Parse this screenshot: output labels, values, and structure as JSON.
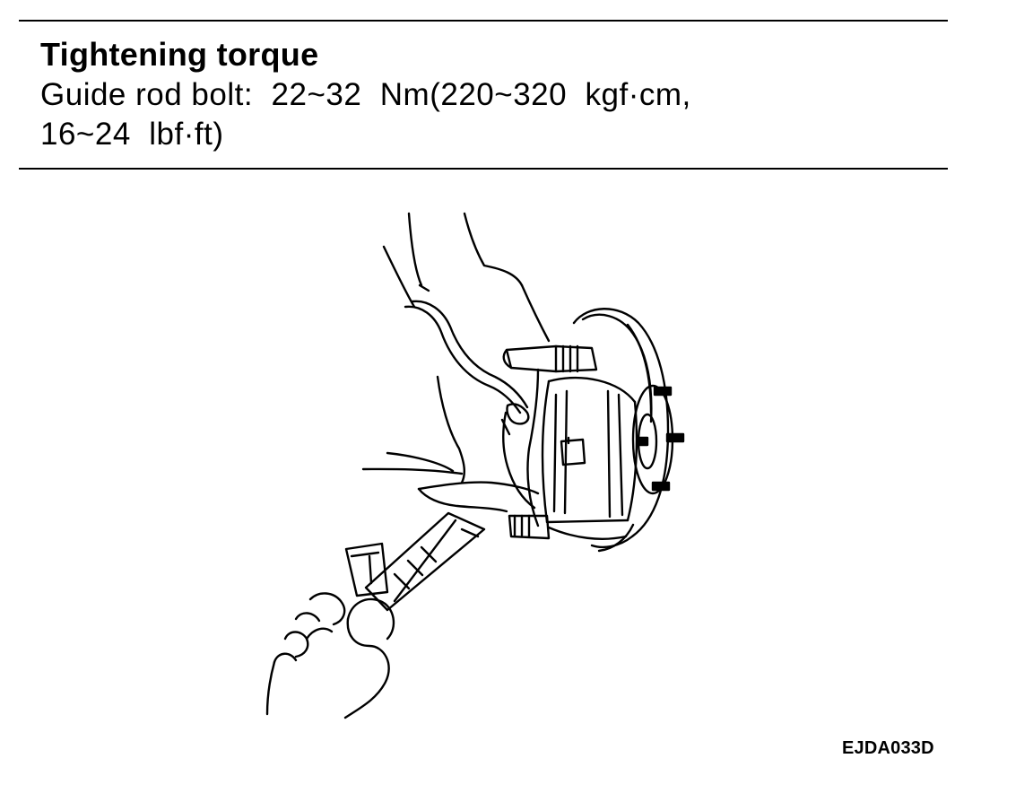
{
  "spec": {
    "title": "Tightening torque",
    "line1": "Guide rod bolt:  22~32  Nm(220~320  kgf·cm,",
    "line2": "16~24  lbf·ft)"
  },
  "figure": {
    "code": "EJDA033D",
    "icon": "brake-caliper-torque-wrench-illustration"
  }
}
